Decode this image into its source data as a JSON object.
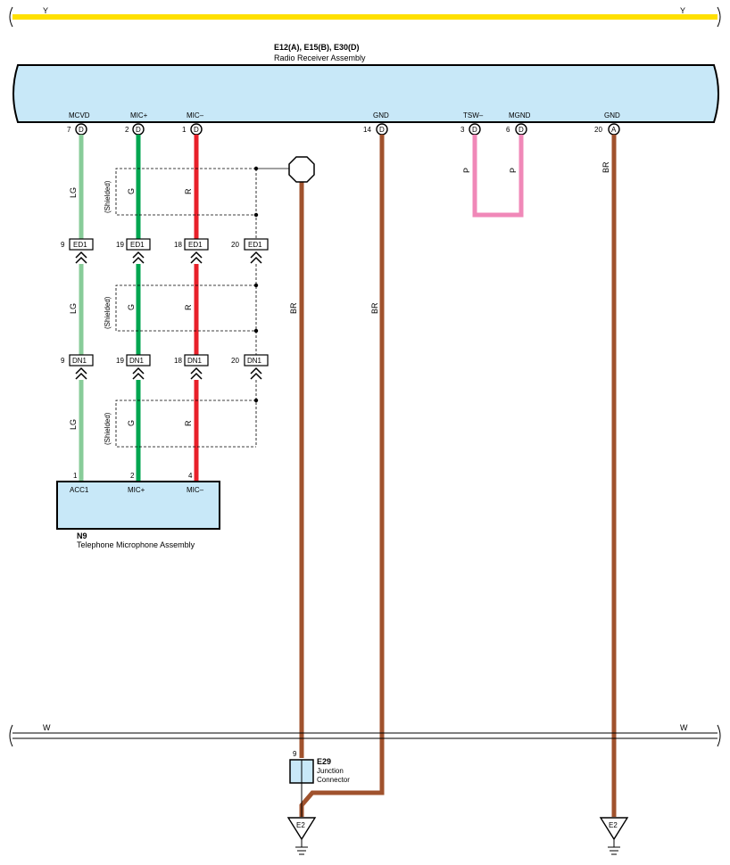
{
  "buses": {
    "top": {
      "label_left": "Y",
      "label_right": "Y",
      "color": "#ffe000"
    },
    "bottom": {
      "label_left": "W",
      "label_right": "W"
    }
  },
  "radio": {
    "connectors": "E12(A), E15(B), E30(D)",
    "name": "Radio Receiver Assembly",
    "fill": "#c8e8f8",
    "pins": [
      {
        "label": "MCVD",
        "num": "7",
        "conn": "D"
      },
      {
        "label": "MIC+",
        "num": "2",
        "conn": "D"
      },
      {
        "label": "MIC–",
        "num": "1",
        "conn": "D"
      },
      {
        "label": "GND",
        "num": "14",
        "conn": "D"
      },
      {
        "label": "TSW–",
        "num": "3",
        "conn": "D"
      },
      {
        "label": "MGND",
        "num": "6",
        "conn": "D"
      },
      {
        "label": "GND",
        "num": "20",
        "conn": "A"
      }
    ]
  },
  "wires": {
    "lg": {
      "code": "LG",
      "color": "#88cc99"
    },
    "g": {
      "code": "G",
      "color": "#00a650"
    },
    "r": {
      "code": "R",
      "color": "#e8202a"
    },
    "br": {
      "code": "BR",
      "color": "#a0522d"
    },
    "p": {
      "code": "P",
      "color": "#f088b8"
    }
  },
  "shield_label": "(Shielded)",
  "ed1": {
    "name": "ED1",
    "pins": [
      "9",
      "19",
      "18",
      "20"
    ]
  },
  "dn1": {
    "name": "DN1",
    "pins": [
      "9",
      "19",
      "18",
      "20"
    ]
  },
  "mic": {
    "code": "N9",
    "name": "Telephone Microphone Assembly",
    "pins": [
      {
        "num": "1",
        "label": "ACC1"
      },
      {
        "num": "2",
        "label": "MIC+"
      },
      {
        "num": "4",
        "label": "MIC–"
      }
    ]
  },
  "junction": {
    "code": "E29",
    "line1": "Junction",
    "line2": "Connector",
    "pin": "9"
  },
  "grounds": [
    "E2",
    "E2"
  ]
}
